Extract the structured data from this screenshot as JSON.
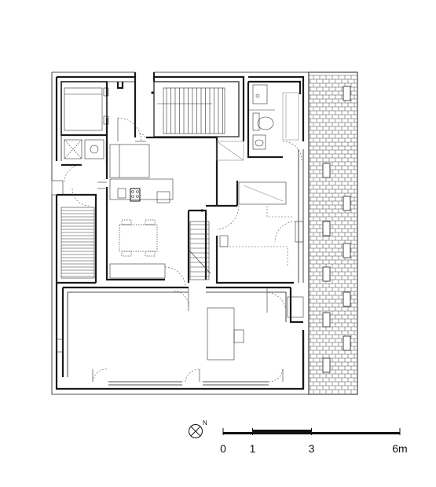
{
  "scale_bar": {
    "labels": [
      "0",
      "1",
      "3",
      "6m"
    ],
    "meters": [
      0,
      1,
      3,
      6
    ]
  },
  "north": {
    "label": "N"
  }
}
